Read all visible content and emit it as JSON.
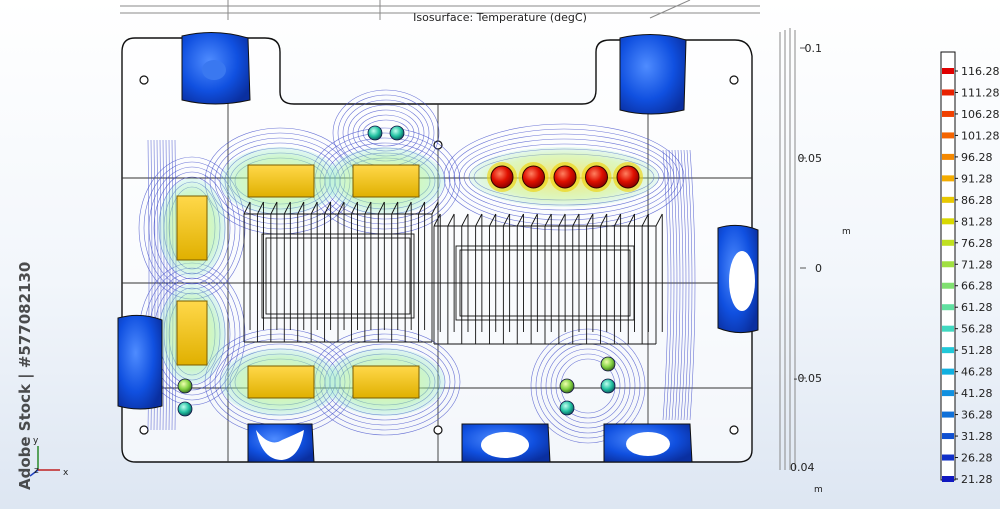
{
  "chart_data": {
    "type": "isosurface",
    "title": "Isosurface: Temperature (degC)",
    "colorbar": {
      "ticks": [
        116.28,
        111.28,
        106.28,
        101.28,
        96.28,
        91.28,
        86.28,
        81.28,
        76.28,
        71.28,
        66.28,
        61.28,
        56.28,
        51.28,
        46.28,
        41.28,
        36.28,
        31.28,
        26.28,
        21.28
      ],
      "tick_labels": [
        "116.28",
        "111.28",
        "106.28",
        "101.28",
        "96.28",
        "91.28",
        "86.28",
        "81.28",
        "76.28",
        "71.28",
        "66.28",
        "61.28",
        "56.28",
        "51.28",
        "46.28",
        "41.28",
        "36.28",
        "31.28",
        "26.28",
        "21.28"
      ],
      "colormap": "rainbow",
      "colors": [
        "#e00000",
        "#e82000",
        "#f04000",
        "#f46400",
        "#f48800",
        "#f4ac00",
        "#e8c800",
        "#d8d800",
        "#c0e020",
        "#a0e040",
        "#80e070",
        "#60e0a0",
        "#40d8c0",
        "#20c8d8",
        "#10b0e0",
        "#1090e0",
        "#1070d8",
        "#1050d0",
        "#1030c8",
        "#1018c0"
      ]
    },
    "y_axis": {
      "unit": "m",
      "ticks": [
        "0.1",
        "0.05",
        "0",
        "-0.05"
      ],
      "values": [
        0.1,
        0.05,
        0,
        -0.05
      ]
    },
    "z_axis": {
      "unit": "m",
      "ticks": [
        "0.04"
      ],
      "values": [
        0.04
      ]
    },
    "triad": {
      "labels": [
        "y",
        "z",
        "x"
      ]
    },
    "hot_components": {
      "count": 5,
      "color": "#e02000"
    },
    "cool_components_color": "#1050e0",
    "warm_components_color": "#f0c000",
    "watermark": "Adobe Stock | #577082130"
  }
}
